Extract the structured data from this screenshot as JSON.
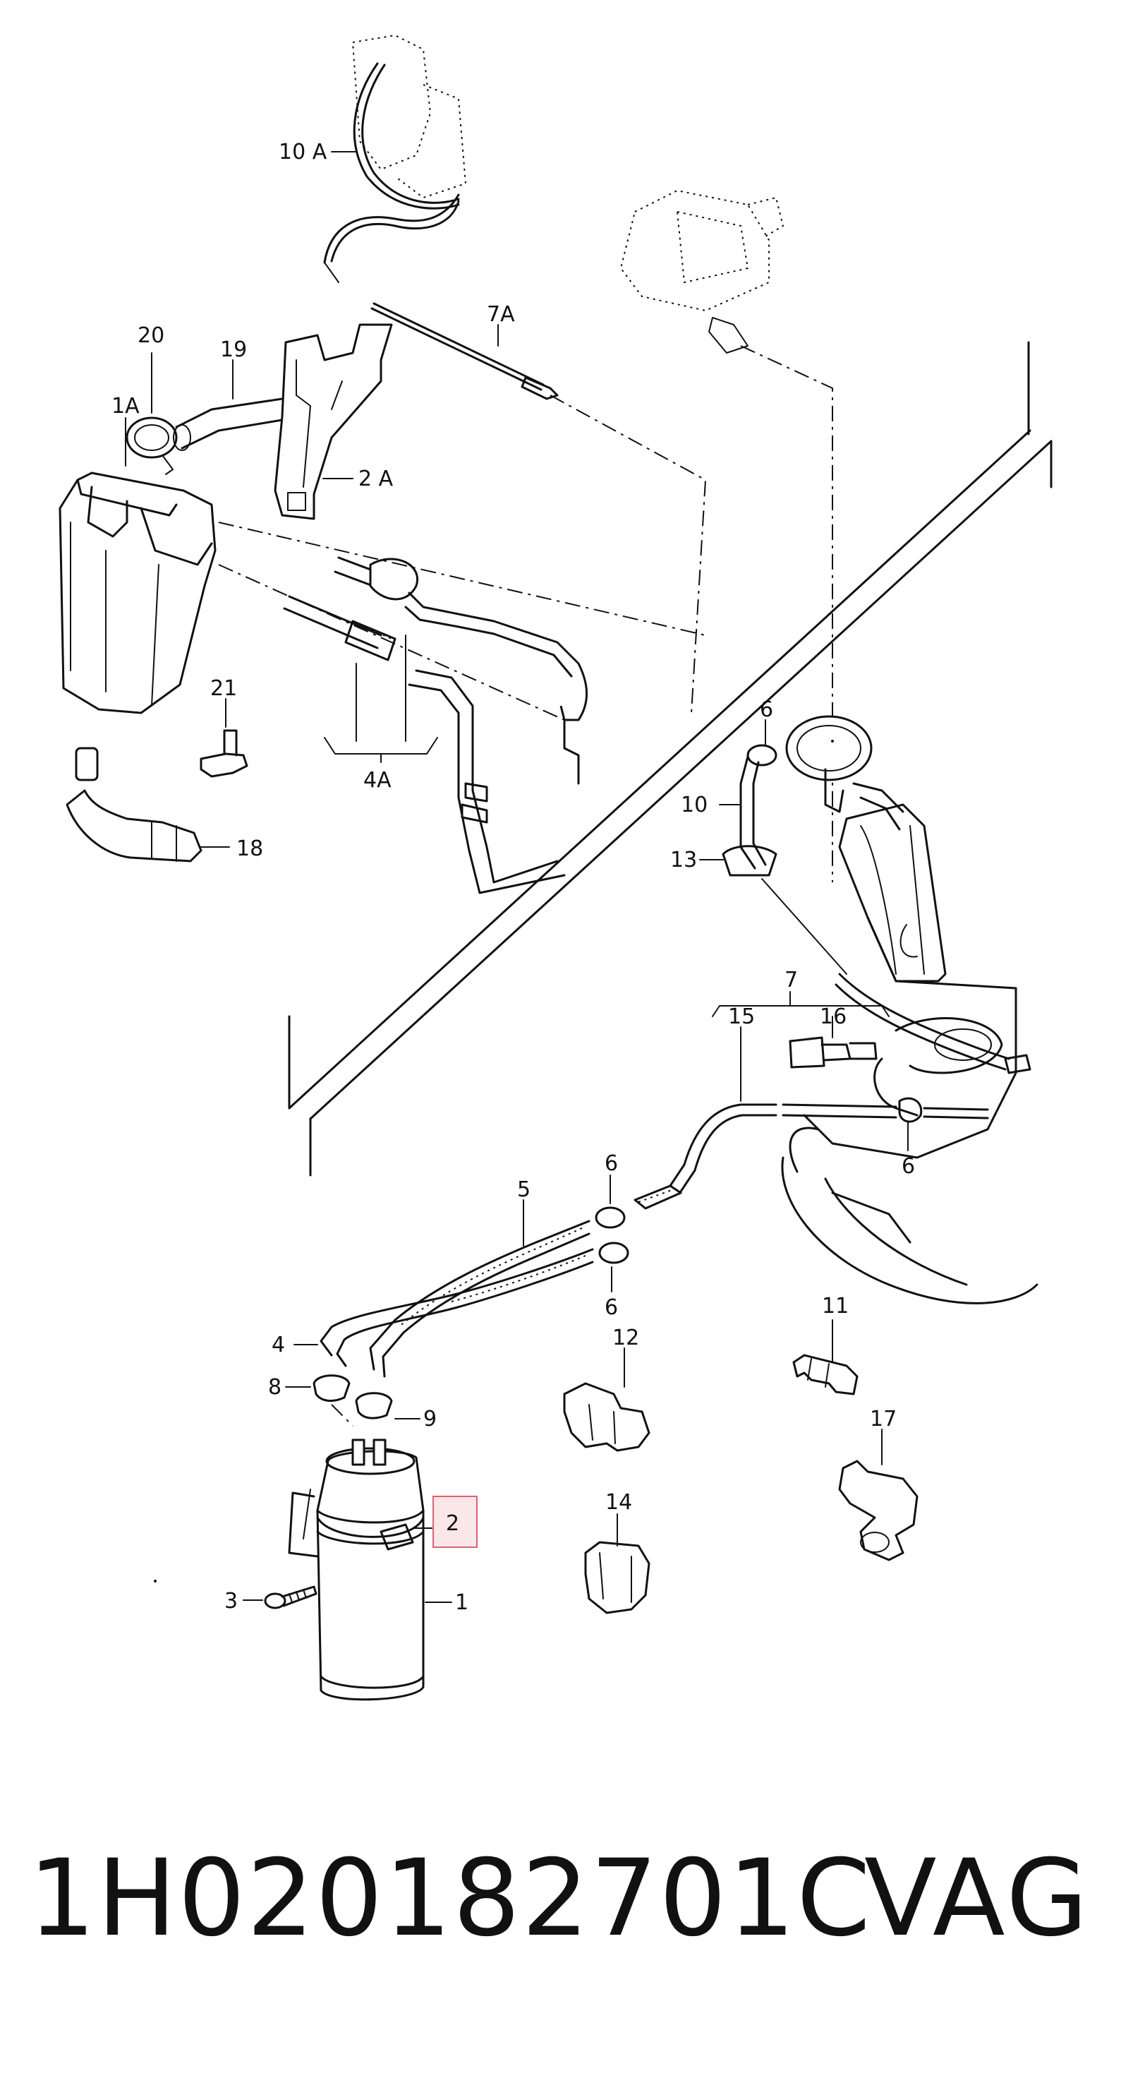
{
  "callouts": [
    {
      "id": "10a",
      "text": "10 A"
    },
    {
      "id": "7a",
      "text": "7A"
    },
    {
      "id": "20",
      "text": "20"
    },
    {
      "id": "19",
      "text": "19"
    },
    {
      "id": "1a",
      "text": "1A"
    },
    {
      "id": "2a",
      "text": "2 A"
    },
    {
      "id": "21",
      "text": "21"
    },
    {
      "id": "4a",
      "text": "4A"
    },
    {
      "id": "18",
      "text": "18"
    },
    {
      "id": "6-top",
      "text": "6"
    },
    {
      "id": "10",
      "text": "10"
    },
    {
      "id": "13",
      "text": "13"
    },
    {
      "id": "7",
      "text": "7"
    },
    {
      "id": "15",
      "text": "15"
    },
    {
      "id": "16",
      "text": "16"
    },
    {
      "id": "6-right",
      "text": "6"
    },
    {
      "id": "6-mid-upper",
      "text": "6"
    },
    {
      "id": "5",
      "text": "5"
    },
    {
      "id": "6-mid-lower",
      "text": "6"
    },
    {
      "id": "4",
      "text": "4"
    },
    {
      "id": "8",
      "text": "8"
    },
    {
      "id": "9",
      "text": "9"
    },
    {
      "id": "2",
      "text": "2",
      "highlighted": true
    },
    {
      "id": "3",
      "text": "3"
    },
    {
      "id": "1",
      "text": "1"
    },
    {
      "id": "11",
      "text": "11"
    },
    {
      "id": "12",
      "text": "12"
    },
    {
      "id": "17",
      "text": "17"
    },
    {
      "id": "14",
      "text": "14"
    }
  ],
  "footer": {
    "part_number": "1H020182701C",
    "brand": "VAG"
  },
  "colors": {
    "line": "#111111",
    "highlight_border": "#e06070",
    "highlight_fill": "#fbe6e8"
  }
}
